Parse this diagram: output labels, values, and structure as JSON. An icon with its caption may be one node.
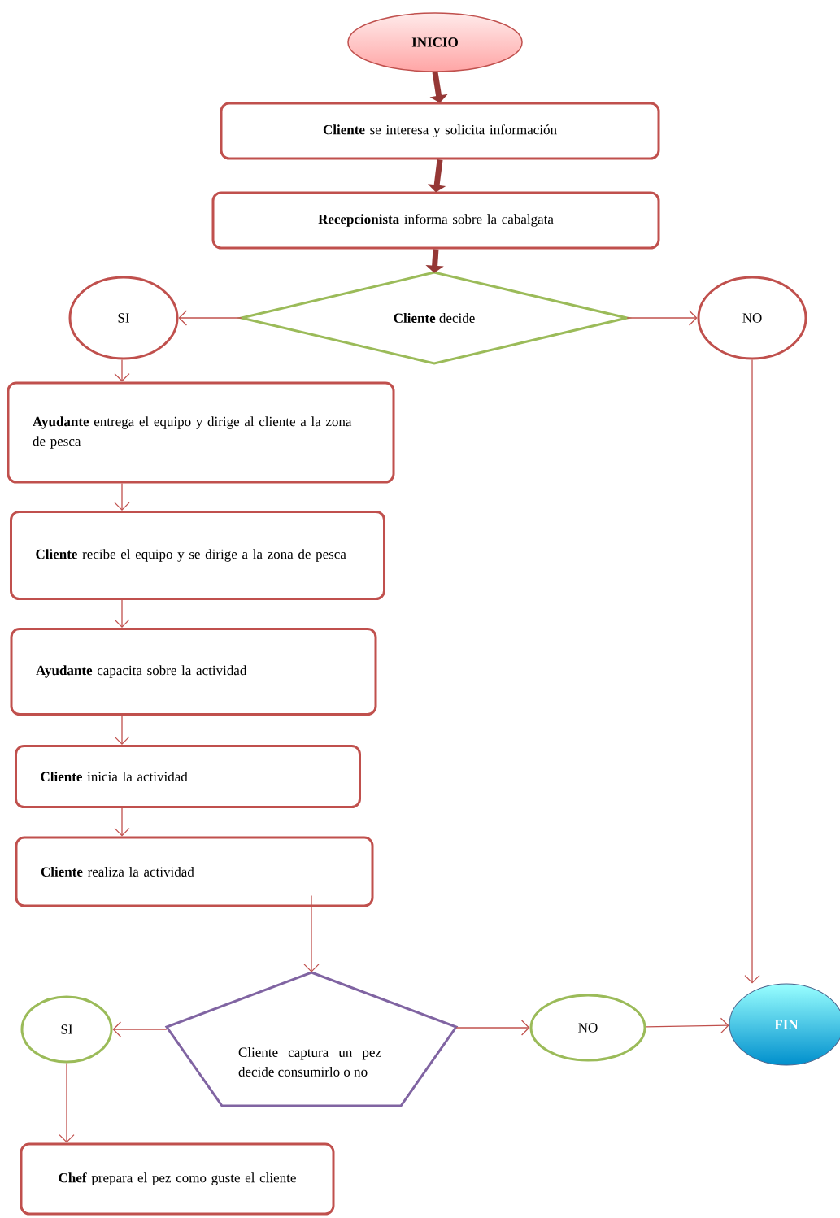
{
  "diagram": {
    "nodes": [
      {
        "text": [
          "INICIO"
        ]
      },
      {
        "text": [
          "**Cliente** se interesa y solicita información"
        ]
      },
      {
        "text": [
          "**Recepcionista** informa sobre la cabalgata"
        ]
      },
      {
        "text": [
          "**Cliente** decide"
        ]
      },
      {
        "text": [
          "SI"
        ]
      },
      {
        "text": [
          "NO"
        ]
      },
      {
        "text": [
          "**Ayudante** entrega el equipo y dirige al cliente a la zona de pesca"
        ]
      },
      {
        "text": [
          "**Cliente** recibe el equipo y se dirige a la zona de pesca"
        ]
      },
      {
        "text": [
          "**Ayudante** capacita sobre la actividad"
        ]
      },
      {
        "text": [
          "**Cliente** inicia la actividad"
        ]
      },
      {
        "text": [
          "**Cliente** realiza la actividad"
        ]
      },
      {
        "text": [
          "Cliente captura un pez decide consumirlo o no"
        ]
      },
      {
        "text": [
          "SI"
        ]
      },
      {
        "text": [
          "NO"
        ]
      },
      {
        "text": [
          "FIN"
        ]
      },
      {
        "text": [
          "**Chef** prepara el pez como guste el cliente"
        ]
      }
    ],
    "edges": [
      {
        "from": 0,
        "to": 1,
        "arrow": "to",
        "style": "thick",
        "color": "#953735"
      },
      {
        "from": 1,
        "to": 2,
        "arrow": "to",
        "style": "thick",
        "color": "#953735"
      },
      {
        "from": 2,
        "to": 3,
        "arrow": "to",
        "style": "thick",
        "color": "#953735"
      },
      {
        "from": 3,
        "to": 4,
        "arrow": "to"
      },
      {
        "from": 3,
        "to": 5,
        "arrow": "to"
      },
      {
        "from": 4,
        "to": 6,
        "arrow": "to"
      },
      {
        "from": 6,
        "to": 7,
        "arrow": "to"
      },
      {
        "from": 7,
        "to": 8,
        "arrow": "to"
      },
      {
        "from": 8,
        "to": 9,
        "arrow": "to"
      },
      {
        "from": 9,
        "to": 10,
        "arrow": "to"
      },
      {
        "from": 10,
        "to": 11,
        "arrow": "to"
      },
      {
        "from": 11,
        "to": 12,
        "arrow": "to"
      },
      {
        "from": 11,
        "to": 13,
        "arrow": "to"
      },
      {
        "from": 5,
        "to": 14,
        "arrow": "to"
      },
      {
        "from": 13,
        "to": 14,
        "arrow": "to"
      },
      {
        "from": 12,
        "to": 15,
        "arrow": "to"
      }
    ]
  }
}
